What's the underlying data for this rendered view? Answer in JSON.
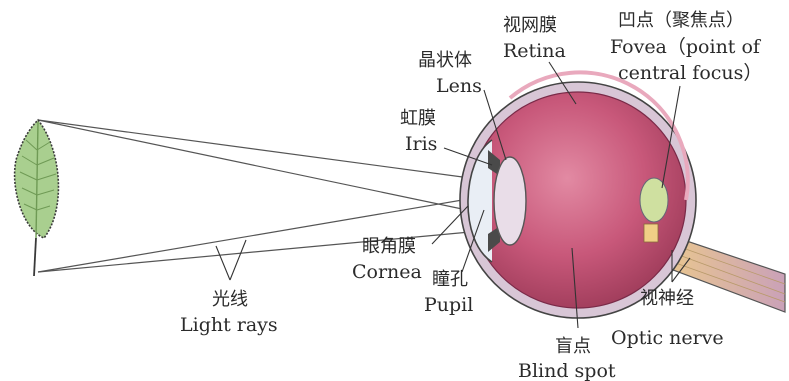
{
  "labels": {
    "retina": {
      "cn": "视网膜",
      "en": "Retina"
    },
    "fovea": {
      "cn": "凹点（聚焦点）",
      "en1": "Fovea（point of",
      "en2": "central focus）"
    },
    "lens": {
      "cn": "晶状体",
      "en": "Lens"
    },
    "iris": {
      "cn": "虹膜",
      "en": "Iris"
    },
    "cornea": {
      "cn": "眼角膜",
      "en": "Cornea"
    },
    "pupil": {
      "cn": "瞳孔",
      "en": "Pupil"
    },
    "light_rays": {
      "cn": "光线",
      "en": "Light rays"
    },
    "optic_nerve": {
      "cn": "视神经",
      "en": "Optic nerve"
    },
    "blind_spot": {
      "cn": "盲点",
      "en": "Blind spot"
    }
  },
  "colors": {
    "leaf_fill": "#a9cf8f",
    "leaf_vein": "#6f9a55",
    "eyeball_fill": "#b94a6a",
    "eyeball_light": "#e28aa3",
    "sclera": "#c9b6c8",
    "lens_fill": "#e9dde8",
    "fovea_fill": "#cfe0a0",
    "nerve_fill": "#e6c07a",
    "line": "#333333",
    "ray": "#555555"
  }
}
